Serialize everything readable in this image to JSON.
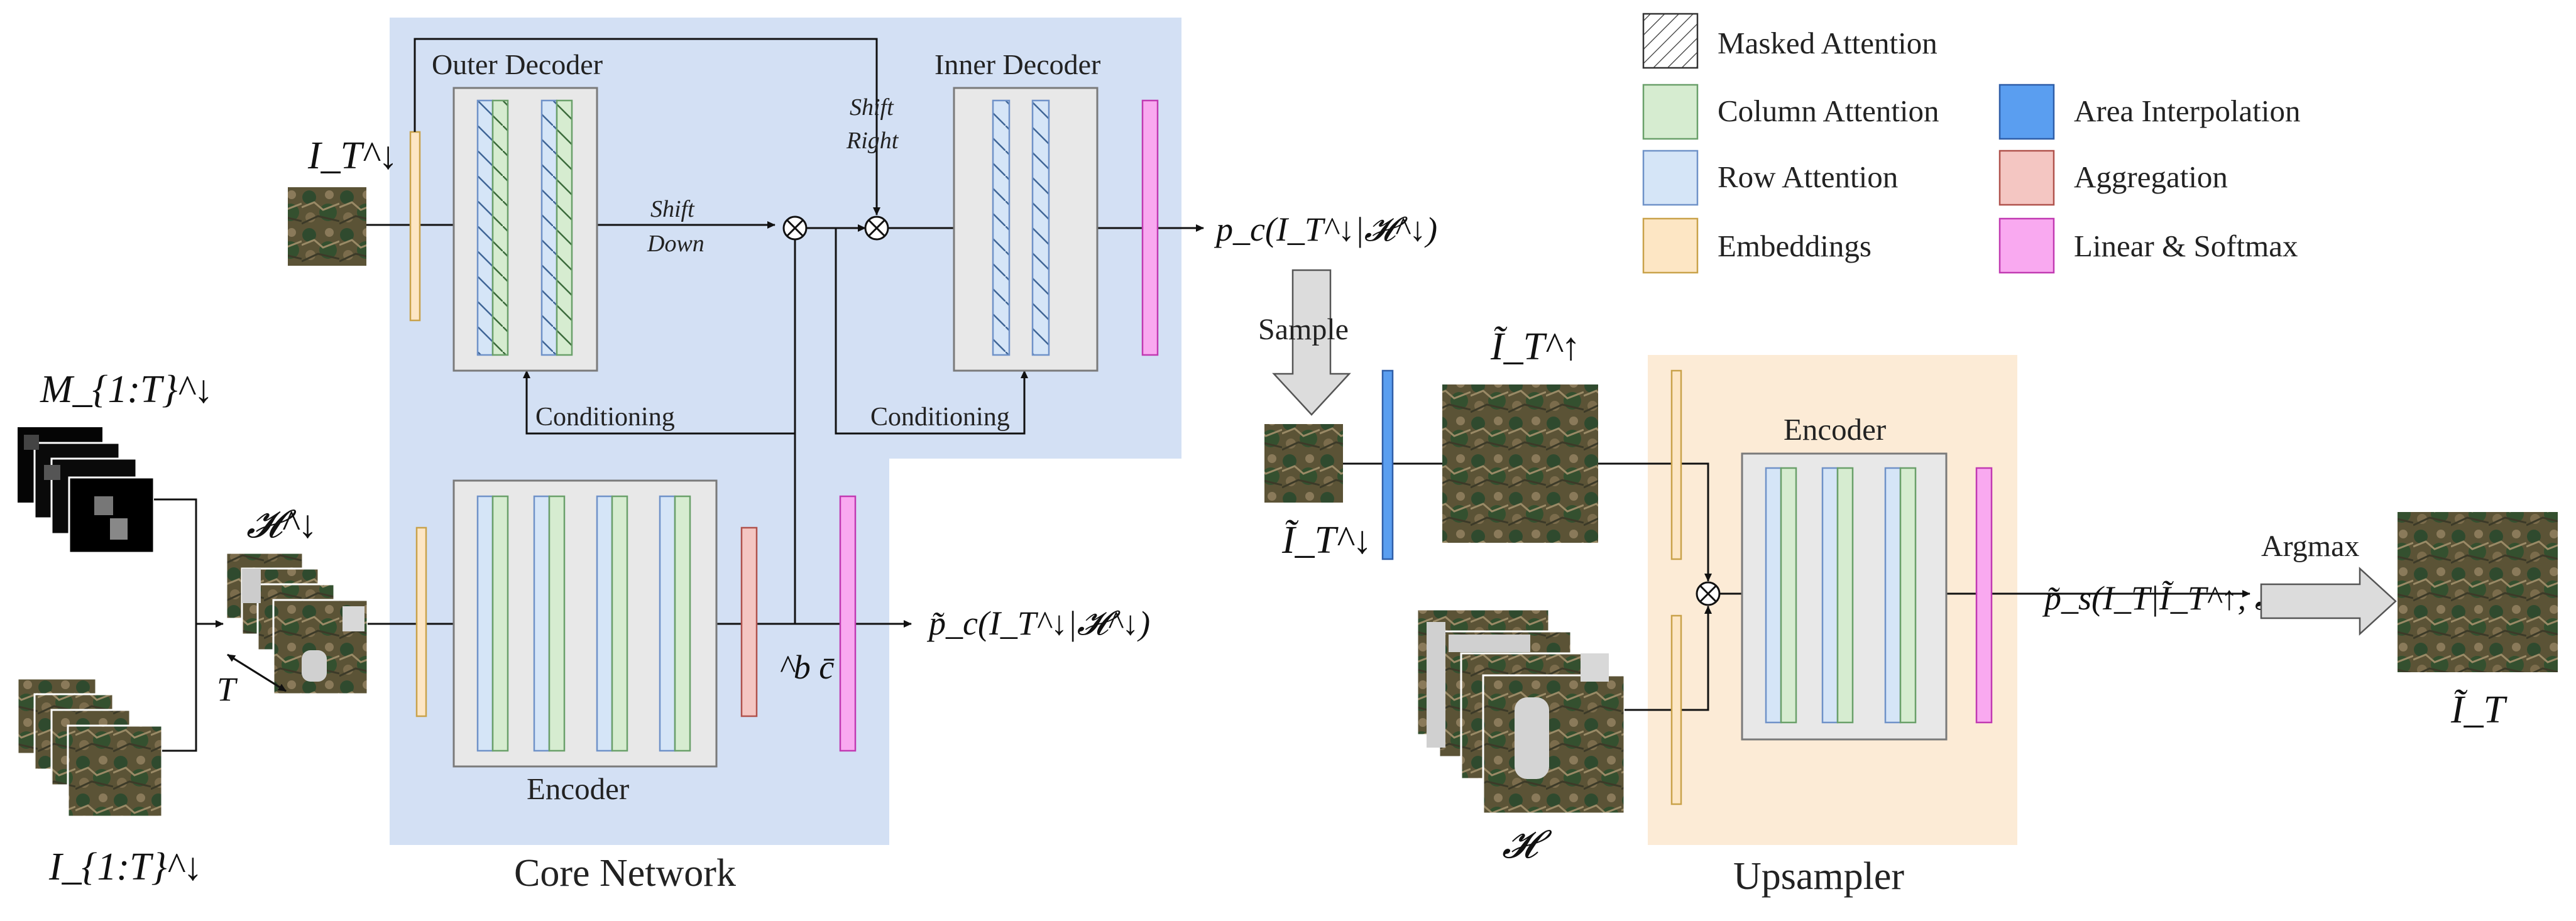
{
  "legend": [
    {
      "label": "Masked Attention",
      "color": "#ffffff",
      "hatch": true
    },
    {
      "label": "Column Attention",
      "color": "#d6ecd0"
    },
    {
      "label": "Row Attention",
      "color": "#d5e5f7"
    },
    {
      "label": "Embeddings",
      "color": "#fde6c4"
    },
    {
      "label": "Area Interpolation",
      "color": "#5a9ef0"
    },
    {
      "label": "Aggregation",
      "color": "#f4c6c2"
    },
    {
      "label": "Linear & Softmax",
      "color": "#f9a9f0"
    }
  ],
  "core": {
    "caption": "Core Network",
    "outer_decoder": "Outer Decoder",
    "inner_decoder": "Inner Decoder",
    "encoder": "Encoder",
    "shift_down": [
      "Shift",
      "Down"
    ],
    "shift_right": [
      "Shift",
      "Right"
    ],
    "conditioning_left": "Conditioning",
    "conditioning_right": "Conditioning",
    "input_top": "I_T^↓",
    "mask_label": "M_{1:T}^↓",
    "image_label": "I_{1:T}^↓",
    "history_label": "𝓗^↓",
    "t_label": "T",
    "agg_label": "^b c̄",
    "out_top": "p_c(I_T^↓|𝓗^↓)",
    "out_bottom": "p̃_c(I_T^↓|𝓗^↓)"
  },
  "middle": {
    "sample": "Sample",
    "sampled_label": "Ĩ_T^↓",
    "upsampled_label": "Ĩ_T^↑",
    "history_full_label": "𝓗"
  },
  "upsampler": {
    "caption": "Upsampler",
    "encoder": "Encoder",
    "out": "p̃_s(I_T|Ĩ_T^↑, 𝓗)",
    "argmax": "Argmax",
    "final_label": "Ĩ_T"
  },
  "colors": {
    "core_bg": "#d3e0f4",
    "upsampler_bg": "#fcebd6",
    "block_bg": "#e8e8e8",
    "block_border": "#7a7a7a",
    "column": "#d6ecd0",
    "column_edge": "#6aa06a",
    "row": "#d5e5f7",
    "row_edge": "#6f92c8",
    "embed": "#fde6c4",
    "embed_edge": "#c9a24a",
    "interp": "#5a9ef0",
    "interp_edge": "#2f5ea8",
    "agg": "#f4c6c2",
    "agg_edge": "#b0524c",
    "softmax": "#f9a9f0",
    "softmax_edge": "#c13ab2",
    "terrain_a": "#5b5336",
    "terrain_b": "#2f4a2e",
    "terrain_c": "#8a7a5a"
  }
}
